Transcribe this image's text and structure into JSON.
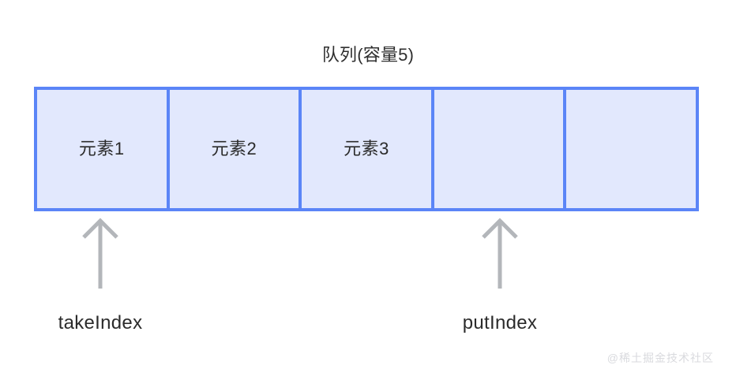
{
  "diagram": {
    "title": "队列(容量5)",
    "capacity": 5,
    "colors": {
      "cell_fill": "#e2e8fd",
      "cell_border": "#5b85f7",
      "text": "#2b2b2b",
      "arrow": "#b3b6ba",
      "watermark": "#d9dade",
      "background": "#ffffff"
    },
    "cells": [
      {
        "index": 0,
        "label": "元素1",
        "occupied": true
      },
      {
        "index": 1,
        "label": "元素2",
        "occupied": true
      },
      {
        "index": 2,
        "label": "元素3",
        "occupied": true
      },
      {
        "index": 3,
        "label": "",
        "occupied": false
      },
      {
        "index": 4,
        "label": "",
        "occupied": false
      }
    ],
    "pointers": [
      {
        "name": "takeIndex",
        "label": "takeIndex",
        "points_to_cell": 0,
        "icon": "arrow-up-icon"
      },
      {
        "name": "putIndex",
        "label": "putIndex",
        "points_to_cell": 3,
        "icon": "arrow-up-icon"
      }
    ]
  },
  "watermark": {
    "text": "@稀土掘金技术社区"
  }
}
